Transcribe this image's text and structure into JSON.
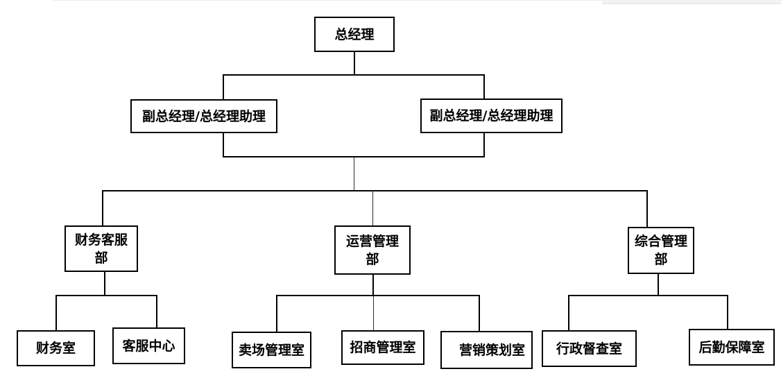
{
  "diagram": {
    "type": "org-chart",
    "nodes": {
      "general_manager": "总经理",
      "deputy_left": "副总经理/总经理助理",
      "deputy_right": "副总经理/总经理助理",
      "dept_finance_line1": "财务客服",
      "dept_finance_line2": "部",
      "dept_operations_line1": "运营管理",
      "dept_operations_line2": "部",
      "dept_general_line1": "综合管理",
      "dept_general_line2": "部",
      "finance_office": "财务室",
      "customer_service_center": "客服中心",
      "store_management_office": "卖场管理室",
      "merchant_management_office": "招商管理室",
      "marketing_planning_office": "营销策划室",
      "admin_supervision_office": "行政督查室",
      "logistics_support_office": "后勤保障室"
    },
    "colors": {
      "line": "#000000",
      "box_border": "#000000",
      "text": "#000000",
      "background": "#ffffff",
      "top_strip": "#f2f2f2"
    }
  }
}
